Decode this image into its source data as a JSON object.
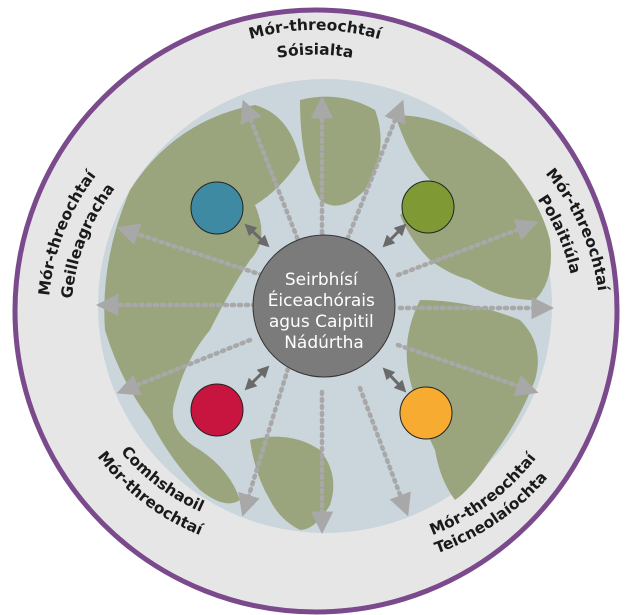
{
  "hub": {
    "lines": [
      "Seirbhísí",
      "Éiceachórais",
      "agus Caipitil",
      "Nádúrtha"
    ]
  },
  "megatrends": [
    {
      "id": "social",
      "lines": [
        "Mór-threochtaí",
        "Sóisialta"
      ]
    },
    {
      "id": "political",
      "lines": [
        "Mór-threochtaí",
        "Polaitiúla"
      ]
    },
    {
      "id": "technological",
      "lines": [
        "Mór-threochtaí",
        "Teicneolaíochta"
      ]
    },
    {
      "id": "environmental",
      "lines": [
        "Mór-threochtaí",
        "Comhshaoil"
      ]
    },
    {
      "id": "economic",
      "lines": [
        "Mór-threochtaí",
        "Geilleagracha"
      ]
    }
  ],
  "node_colors": {
    "top_left": "#3f8aa3",
    "top_right": "#7f9a35",
    "bottom_left": "#c7153f",
    "bottom_right": "#f7ab30"
  },
  "colors": {
    "ring_border": "#7a4a8c",
    "ring_fill": "#e6e6e6",
    "ocean": "#cad6dc",
    "land": "#9aa57d",
    "hub": "#7b7b7b",
    "arrows": "#a8a8a8"
  }
}
